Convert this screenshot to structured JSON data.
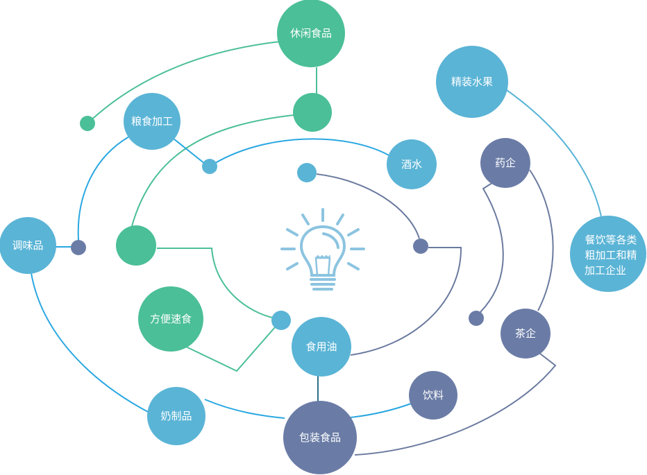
{
  "colors": {
    "green": "#4bbf97",
    "blue": "#5ab4d6",
    "slate": "#6a7ca6",
    "line_blue": "#29a7e1",
    "line_slate": "#6a7a9f",
    "bulb": "#8cc4e0"
  },
  "nodes": {
    "snacks": "休闲食品",
    "grain": "粮食加工",
    "liquor": "酒水",
    "fruit": "精装水果",
    "pharma": "药企",
    "condiment": "调味品",
    "catering": [
      "餐饮等各类",
      "粗加工和精",
      "加工企业"
    ],
    "instant": "方便速食",
    "oil": "食用油",
    "tea": "茶企",
    "drinks": "饮料",
    "dairy": "奶制品",
    "packaged": "包装食品"
  },
  "center_icon": "lightbulb-icon"
}
